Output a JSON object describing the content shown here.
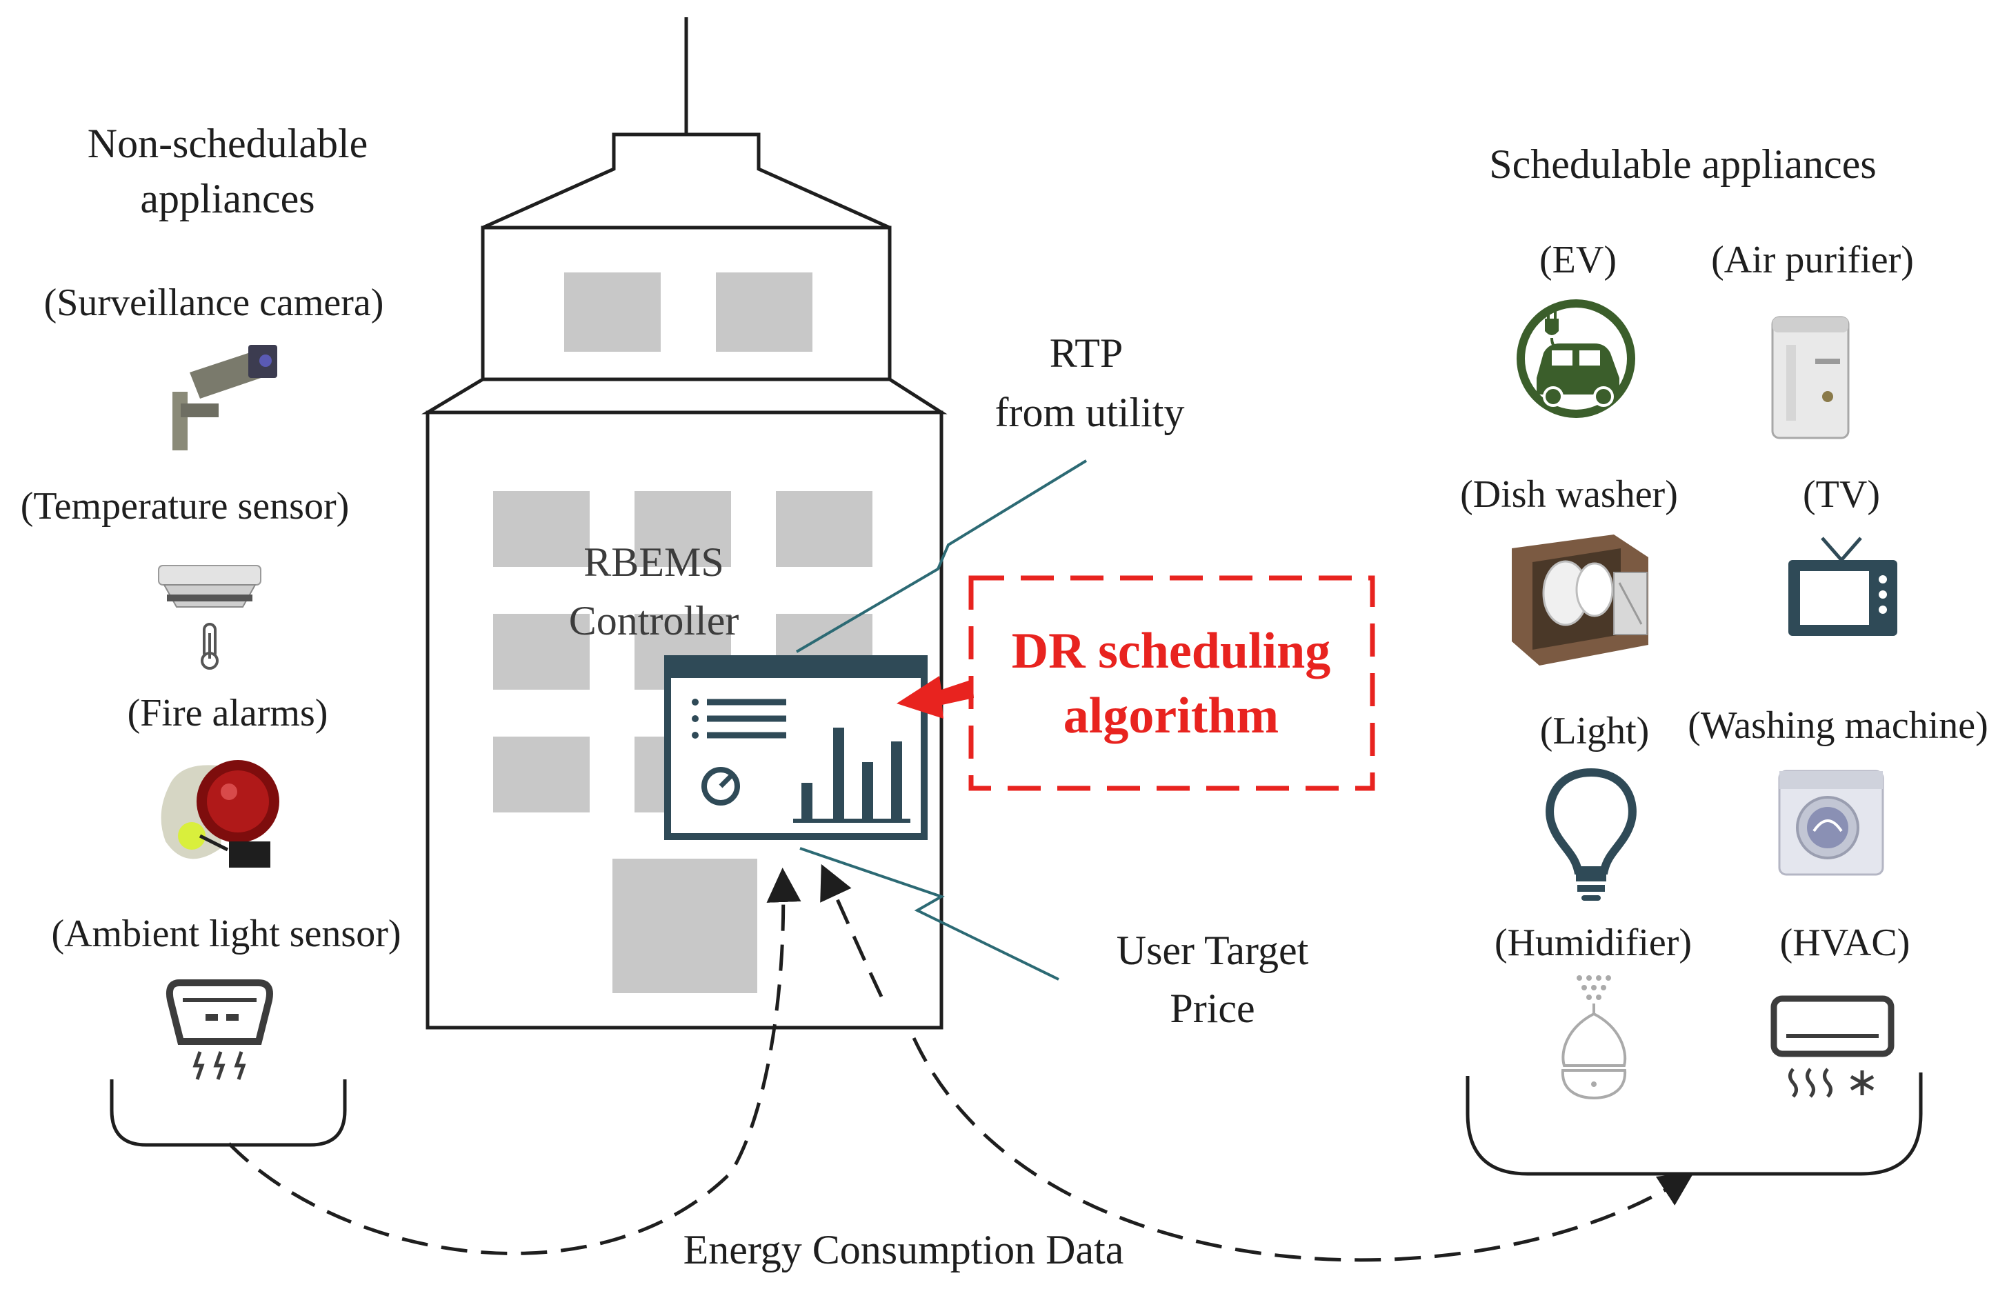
{
  "left_panel": {
    "title_line1": "Non-schedulable",
    "title_line2": "appliances",
    "devices": [
      {
        "label": "(Surveillance camera)",
        "icon": "camera-icon"
      },
      {
        "label": "(Temperature sensor)",
        "icon": "temperature-sensor-icon"
      },
      {
        "label": "(Fire alarms)",
        "icon": "fire-alarm-icon"
      },
      {
        "label": "(Ambient light sensor)",
        "icon": "light-sensor-icon"
      }
    ]
  },
  "right_panel": {
    "title": "Schedulable appliances",
    "devices": [
      {
        "label": "(EV)",
        "icon": "ev-icon"
      },
      {
        "label": "(Air purifier)",
        "icon": "air-purifier-icon"
      },
      {
        "label": "(Dish washer)",
        "icon": "dishwasher-icon"
      },
      {
        "label": "(TV)",
        "icon": "tv-icon"
      },
      {
        "label": "(Light)",
        "icon": "lightbulb-icon"
      },
      {
        "label": "(Washing machine)",
        "icon": "washing-machine-icon"
      },
      {
        "label": "(Humidifier)",
        "icon": "humidifier-icon"
      },
      {
        "label": "(HVAC)",
        "icon": "hvac-icon"
      }
    ]
  },
  "center": {
    "controller_line1": "RBEMS",
    "controller_line2": "Controller",
    "rtp_line1": "RTP",
    "rtp_line2": "from utility",
    "user_line1": "User Target",
    "user_line2": "Price",
    "dr_line1": "DR scheduling",
    "dr_line2": "algorithm"
  },
  "bottom": {
    "energy_label": "Energy Consumption Data"
  },
  "colors": {
    "dr_red": "#e8231f",
    "dashboard_teal": "#2f4a57",
    "window_gray": "#c8c8c8",
    "lightning_teal": "#2c6a74",
    "ev_green": "#3b5e2b"
  }
}
